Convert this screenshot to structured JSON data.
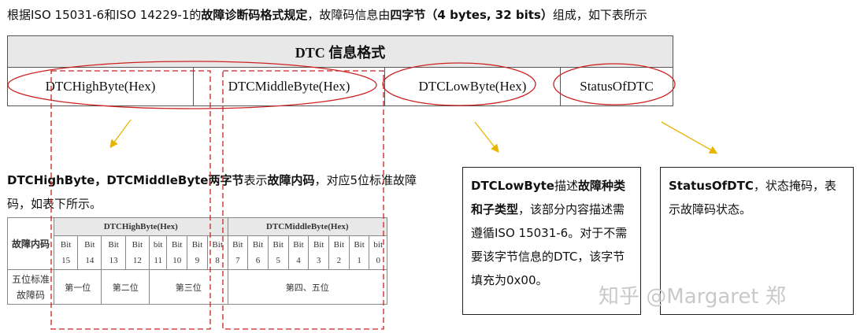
{
  "intro": {
    "p1": "根据ISO 15031-6和ISO 14229-1的",
    "b1": "故障诊断码格式规定",
    "p2": "，故障码信息由",
    "b2": "四字节（4 bytes, 32 bits）",
    "p3": "组成，如下表所示"
  },
  "format_table": {
    "title": "DTC 信息格式",
    "cells": [
      "DTCHighByte(Hex)",
      "DTCMiddleByte(Hex)",
      "DTCLowByte(Hex)",
      "StatusOfDTC"
    ]
  },
  "desc": {
    "b1": "DTCHighByte，DTCMiddleByte",
    "p1": "两字节",
    "p1b": "表示",
    "b2": "故障内码",
    "p2": "，对应5位标准故障码，如表下所示。"
  },
  "bit_table": {
    "row_label1": "故障内码",
    "row_label2": "五位标准故障码",
    "groups": [
      "DTCHighByte(Hex)",
      "DTCMiddleByte(Hex)"
    ],
    "bits": [
      [
        "Bit",
        "15"
      ],
      [
        "Bit",
        "14"
      ],
      [
        "Bit",
        "13"
      ],
      [
        "Bit",
        "12"
      ],
      [
        "bit",
        "11"
      ],
      [
        "Bit",
        "10"
      ],
      [
        "Bit",
        "9"
      ],
      [
        "Bit",
        "8"
      ],
      [
        "Bit",
        "7"
      ],
      [
        "Bit",
        "6"
      ],
      [
        "Bit",
        "5"
      ],
      [
        "Bit",
        "4"
      ],
      [
        "Bit",
        "3"
      ],
      [
        "Bit",
        "2"
      ],
      [
        "Bit",
        "1"
      ],
      [
        "bit",
        "0"
      ]
    ],
    "digits": [
      "第一位",
      "第二位",
      "第三位",
      "第四、五位"
    ]
  },
  "low_box": {
    "b1": "DTCLowByte",
    "p1": "描述",
    "b2": "故障种类和子类型",
    "p2": "，该部分内容描述需遵循ISO 15031-6。对于不需要该字节信息的DTC，该字节填充为0x00。"
  },
  "status_box": {
    "b1": "StatusOfDTC",
    "p1": "，状态掩码，表示故障码状态。"
  },
  "watermark": "知乎 @Margaret 郑",
  "colors": {
    "ellipse": "#cc2222",
    "arrow": "#e8b400"
  }
}
